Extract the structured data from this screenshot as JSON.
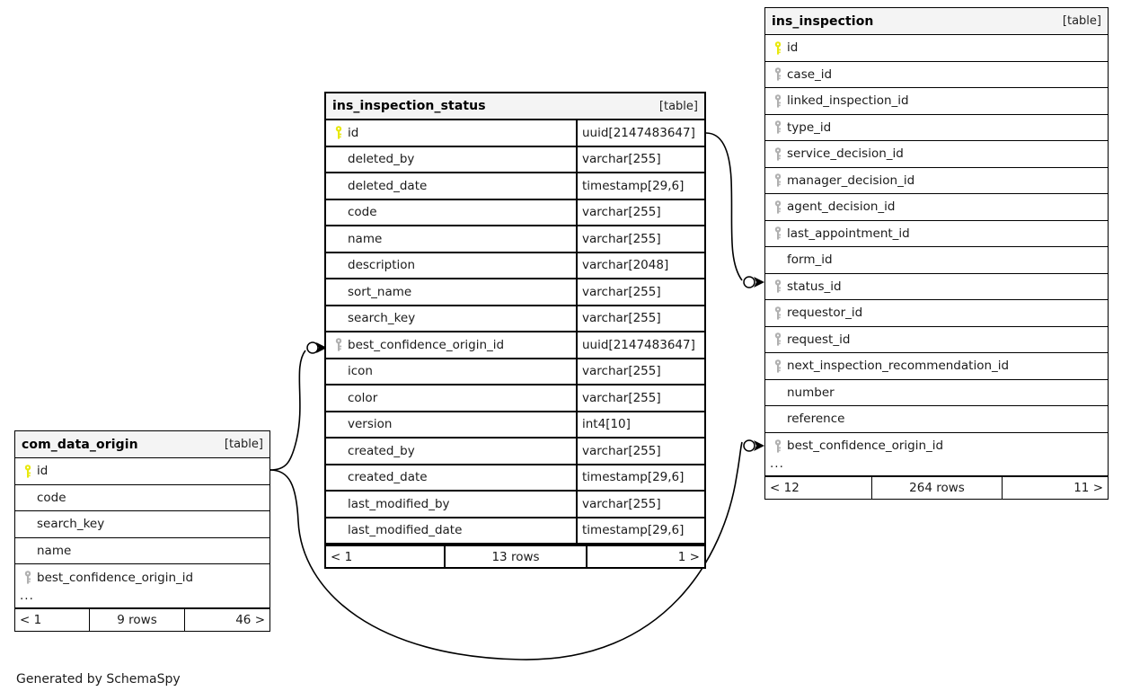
{
  "diagram": {
    "credit": "Generated by SchemaSpy",
    "table_tag": "[table]",
    "ellipsis": "...",
    "icons": {
      "primary_key": "primary-key-icon",
      "foreign_key": "foreign-key-icon"
    },
    "colors": {
      "primary_key": "#e8e80d",
      "foreign_key": "#b0b0b0",
      "header_bg": "#f4f4f4",
      "border": "#000000",
      "page_bg": "#ffffff"
    }
  },
  "tables": {
    "ins_inspection_status": {
      "name": "ins_inspection_status",
      "tag": "[table]",
      "focused": true,
      "show_ellipsis": false,
      "columns": [
        {
          "name": "id",
          "type": "uuid[2147483647]",
          "key": "primary"
        },
        {
          "name": "deleted_by",
          "type": "varchar[255]",
          "key": "none"
        },
        {
          "name": "deleted_date",
          "type": "timestamp[29,6]",
          "key": "none"
        },
        {
          "name": "code",
          "type": "varchar[255]",
          "key": "none"
        },
        {
          "name": "name",
          "type": "varchar[255]",
          "key": "none"
        },
        {
          "name": "description",
          "type": "varchar[2048]",
          "key": "none"
        },
        {
          "name": "sort_name",
          "type": "varchar[255]",
          "key": "none"
        },
        {
          "name": "search_key",
          "type": "varchar[255]",
          "key": "none"
        },
        {
          "name": "best_confidence_origin_id",
          "type": "uuid[2147483647]",
          "key": "foreign"
        },
        {
          "name": "icon",
          "type": "varchar[255]",
          "key": "none"
        },
        {
          "name": "color",
          "type": "varchar[255]",
          "key": "none"
        },
        {
          "name": "version",
          "type": "int4[10]",
          "key": "none"
        },
        {
          "name": "created_by",
          "type": "varchar[255]",
          "key": "none"
        },
        {
          "name": "created_date",
          "type": "timestamp[29,6]",
          "key": "none"
        },
        {
          "name": "last_modified_by",
          "type": "varchar[255]",
          "key": "none"
        },
        {
          "name": "last_modified_date",
          "type": "timestamp[29,6]",
          "key": "none"
        }
      ],
      "footer": {
        "prev": "< 1",
        "rows": "13 rows",
        "next": "1 >"
      }
    },
    "ins_inspection": {
      "name": "ins_inspection",
      "tag": "[table]",
      "focused": false,
      "show_ellipsis": true,
      "columns": [
        {
          "name": "id",
          "key": "primary"
        },
        {
          "name": "case_id",
          "key": "foreign"
        },
        {
          "name": "linked_inspection_id",
          "key": "foreign"
        },
        {
          "name": "type_id",
          "key": "foreign"
        },
        {
          "name": "service_decision_id",
          "key": "foreign"
        },
        {
          "name": "manager_decision_id",
          "key": "foreign"
        },
        {
          "name": "agent_decision_id",
          "key": "foreign"
        },
        {
          "name": "last_appointment_id",
          "key": "foreign"
        },
        {
          "name": "form_id",
          "key": "none"
        },
        {
          "name": "status_id",
          "key": "foreign"
        },
        {
          "name": "requestor_id",
          "key": "foreign"
        },
        {
          "name": "request_id",
          "key": "foreign"
        },
        {
          "name": "next_inspection_recommendation_id",
          "key": "foreign"
        },
        {
          "name": "number",
          "key": "none"
        },
        {
          "name": "reference",
          "key": "none"
        },
        {
          "name": "best_confidence_origin_id",
          "key": "foreign"
        }
      ],
      "footer": {
        "prev": "< 12",
        "rows": "264 rows",
        "next": "11 >"
      }
    },
    "com_data_origin": {
      "name": "com_data_origin",
      "tag": "[table]",
      "focused": false,
      "show_ellipsis": true,
      "columns": [
        {
          "name": "id",
          "key": "primary"
        },
        {
          "name": "code",
          "key": "none"
        },
        {
          "name": "search_key",
          "key": "none"
        },
        {
          "name": "name",
          "key": "none"
        },
        {
          "name": "best_confidence_origin_id",
          "key": "foreign"
        }
      ],
      "footer": {
        "prev": "< 1",
        "rows": "9 rows",
        "next": "46 >"
      }
    }
  },
  "relationships": [
    {
      "from_table": "ins_inspection_status",
      "from_column": "id",
      "to_table": "ins_inspection",
      "to_column": "status_id",
      "cardinality": "zero-to-many"
    },
    {
      "from_table": "com_data_origin",
      "from_column": "id",
      "to_table": "ins_inspection_status",
      "to_column": "best_confidence_origin_id",
      "cardinality": "zero-to-many"
    },
    {
      "from_table": "com_data_origin",
      "from_column": "id",
      "to_table": "ins_inspection",
      "to_column": "best_confidence_origin_id",
      "cardinality": "zero-to-many"
    }
  ]
}
